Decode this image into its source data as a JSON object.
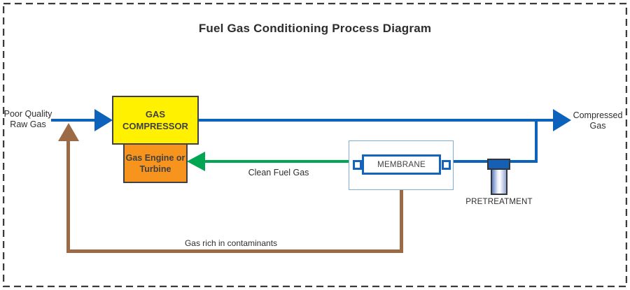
{
  "title": "Fuel Gas Conditioning Process Diagram",
  "nodes": {
    "compressor": {
      "label": "GAS\nCOMPRESSOR",
      "fill": "#FFF100"
    },
    "engine": {
      "label": "Gas Engine or\nTurbine",
      "fill": "#F7941E"
    },
    "membrane": {
      "label": "MEMBRANE",
      "border": "#1464BE"
    },
    "pretreatment": {
      "label": "PRETREATMENT",
      "cap_fill": "#1460B4"
    }
  },
  "streams": {
    "raw_gas": {
      "label": "Poor Quality\nRaw Gas",
      "color": "#0D62BB"
    },
    "compressed_gas": {
      "label": "Compressed\nGas",
      "color": "#0D62BB"
    },
    "clean_fuel_gas": {
      "label": "Clean Fuel Gas",
      "color": "#00A651"
    },
    "contaminants": {
      "label": "Gas rich in contaminants",
      "color": "#9C6B46"
    }
  },
  "frame": {
    "style": "dashed",
    "color": "#3c3c3c"
  }
}
